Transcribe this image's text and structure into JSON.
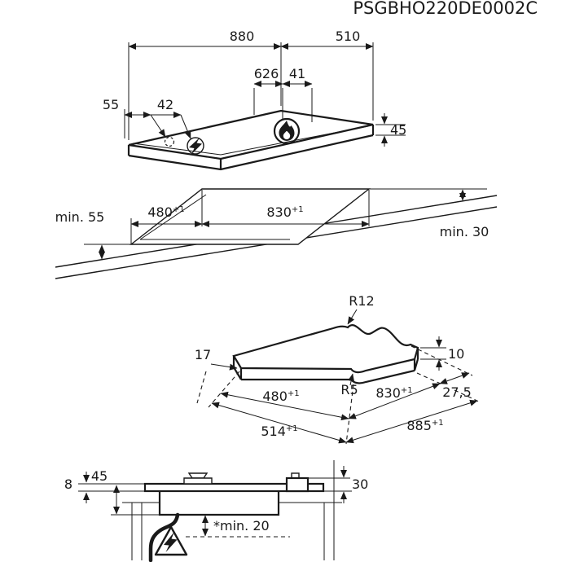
{
  "doc_code": "PSGBHO220DE0002C",
  "ink_color": "#1a1a1a",
  "top_view": {
    "dim_width": "880",
    "dim_depth": "510",
    "dim_wok_burner_x": "626",
    "dim_wok_burner_y": "41",
    "dim_ignition_x": "55",
    "dim_ignition_spacing": "42",
    "dim_height": "45"
  },
  "cutout_view": {
    "dim_min_front": "min. 55",
    "dim_cutout_depth": "480",
    "dim_cutout_width": "830",
    "tolerance": "+1",
    "dim_min_rear": "min. 30"
  },
  "corner_view": {
    "dim_corner_radius": "R12",
    "dim_inner_radius": "R5",
    "dim_edge_overlap": "17",
    "dim_glass_thickness": "10",
    "dim_cutout_depth": "480",
    "dim_cutout_width": "830",
    "dim_corner_offset": "27,5",
    "dim_glass_depth": "514",
    "dim_glass_width": "885",
    "tolerance": "+1"
  },
  "section_view": {
    "dim_glass_above_worktop": "8",
    "dim_total_height": "45",
    "dim_rear_height": "30",
    "dim_min_clearance": "*min. 20"
  }
}
